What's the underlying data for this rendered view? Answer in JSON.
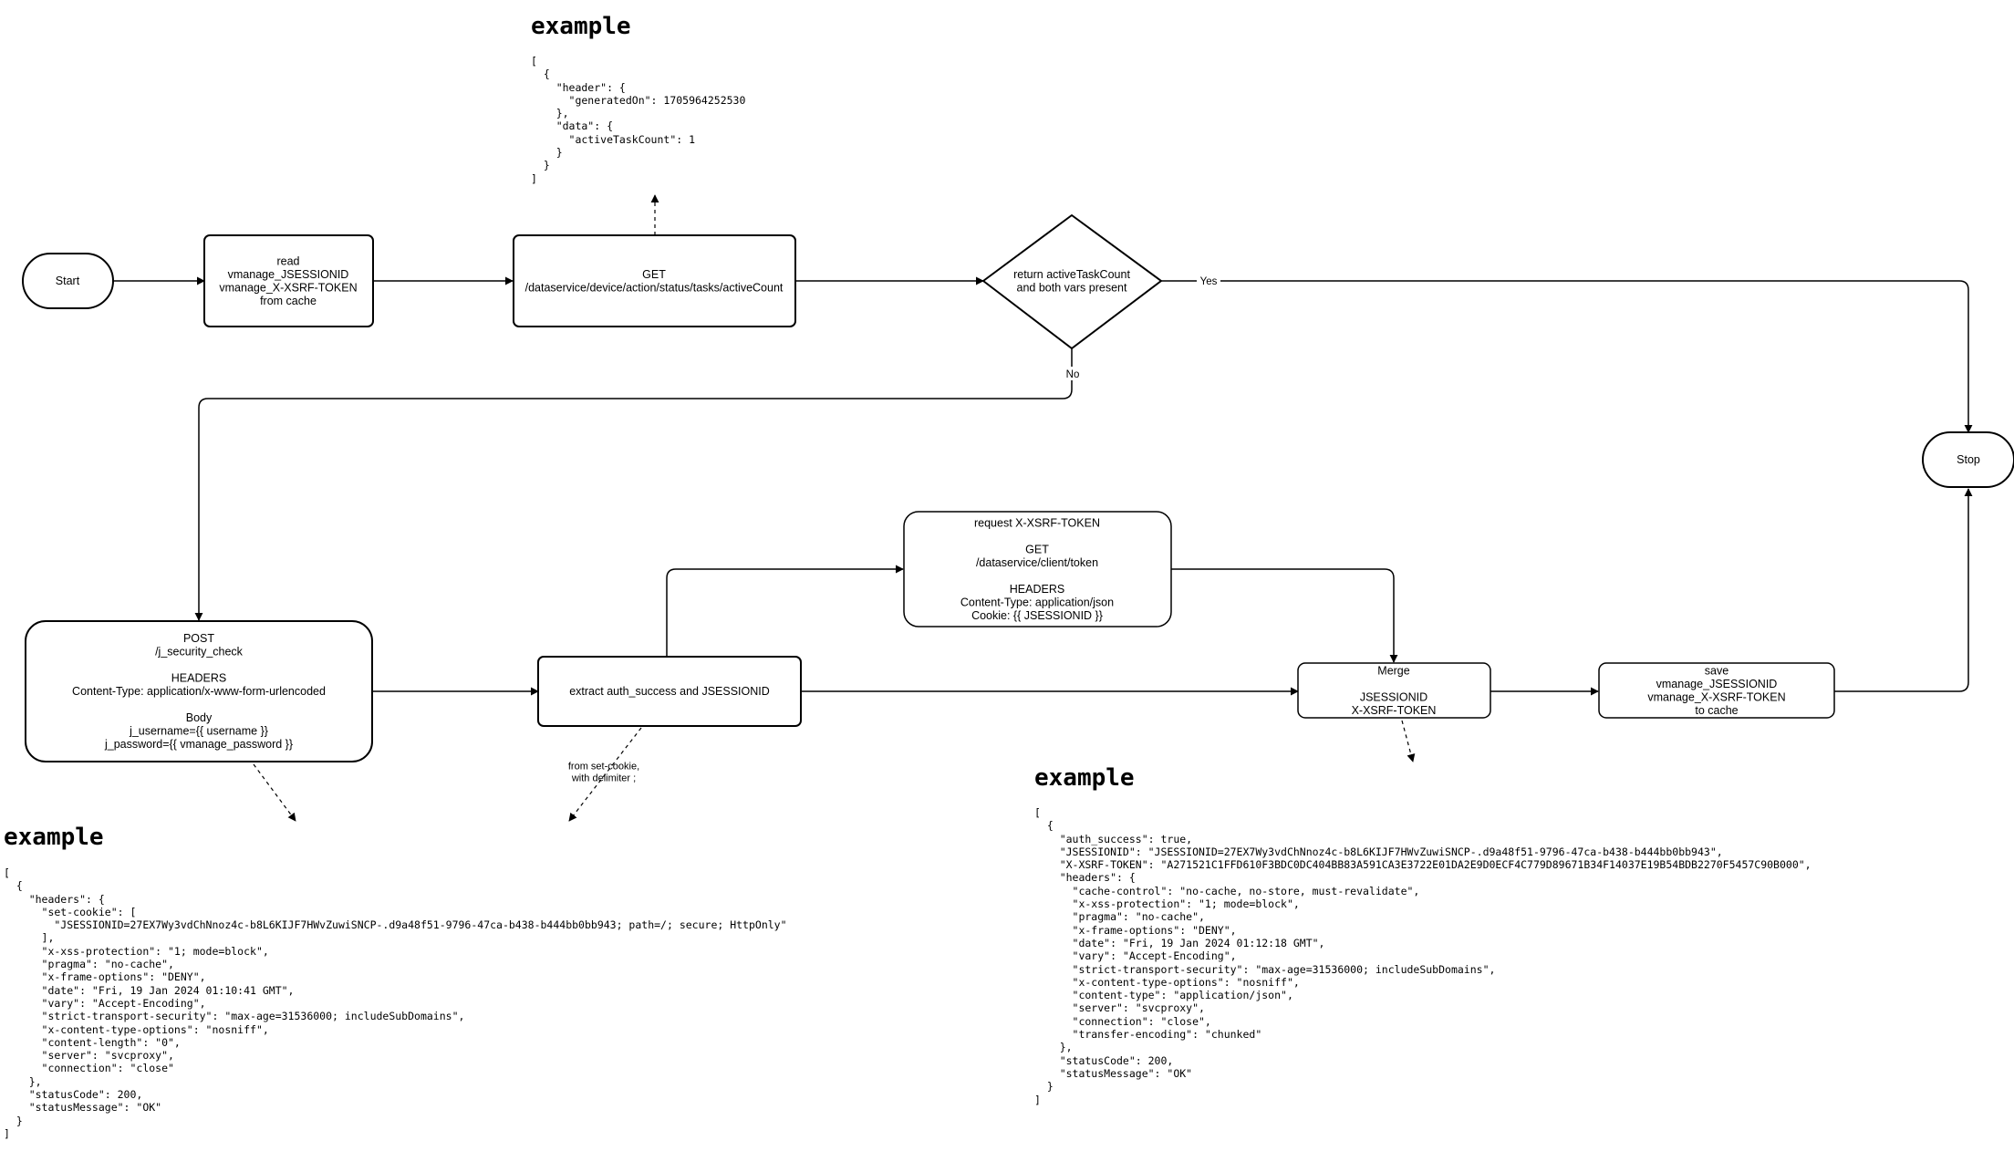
{
  "nodes": {
    "start": "Start",
    "stop": "Stop",
    "read_cache": [
      "read",
      "vmanage_JSESSIONID",
      "vmanage_X-XSRF-TOKEN",
      "from cache"
    ],
    "get_active": [
      "GET",
      "/dataservice/device/action/status/tasks/activeCount"
    ],
    "decision": [
      "return activeTaskCount",
      "and both vars present"
    ],
    "post_login": [
      "POST",
      "/j_security_check",
      "",
      "HEADERS",
      "Content-Type: application/x-www-form-urlencoded",
      "",
      "Body",
      "j_username={{ username }}",
      "j_password={{ vmanage_password }}"
    ],
    "extract": [
      "extract auth_success and JSESSIONID"
    ],
    "request_token": [
      "request X-XSRF-TOKEN",
      "",
      "GET",
      "/dataservice/client/token",
      "",
      "HEADERS",
      "Content-Type: application/json",
      "Cookie: {{ JSESSIONID }}"
    ],
    "merge": [
      "Merge",
      "",
      "JSESSIONID",
      "X-XSRF-TOKEN"
    ],
    "save_cache": [
      "save",
      "vmanage_JSESSIONID",
      "vmanage_X-XSRF-TOKEN",
      "to cache"
    ]
  },
  "edge_labels": {
    "yes": "Yes",
    "no": "No"
  },
  "notes": {
    "set_cookie": [
      "from set-cookie,",
      "with delimiter ;"
    ]
  },
  "examples": [
    {
      "title": "example",
      "code": "[\n  {\n    \"header\": {\n      \"generatedOn\": 1705964252530\n    },\n    \"data\": {\n      \"activeTaskCount\": 1\n    }\n  }\n]"
    },
    {
      "title": "example",
      "code": "[\n  {\n    \"headers\": {\n      \"set-cookie\": [\n        \"JSESSIONID=27EX7Wy3vdChNnoz4c-b8L6KIJF7HWvZuwiSNCP-.d9a48f51-9796-47ca-b438-b444bb0bb943; path=/; secure; HttpOnly\"\n      ],\n      \"x-xss-protection\": \"1; mode=block\",\n      \"pragma\": \"no-cache\",\n      \"x-frame-options\": \"DENY\",\n      \"date\": \"Fri, 19 Jan 2024 01:10:41 GMT\",\n      \"vary\": \"Accept-Encoding\",\n      \"strict-transport-security\": \"max-age=31536000; includeSubDomains\",\n      \"x-content-type-options\": \"nosniff\",\n      \"content-length\": \"0\",\n      \"server\": \"svcproxy\",\n      \"connection\": \"close\"\n    },\n    \"statusCode\": 200,\n    \"statusMessage\": \"OK\"\n  }\n]"
    },
    {
      "title": "example",
      "code": "[\n  {\n    \"auth_success\": true,\n    \"JSESSIONID\": \"JSESSIONID=27EX7Wy3vdChNnoz4c-b8L6KIJF7HWvZuwiSNCP-.d9a48f51-9796-47ca-b438-b444bb0bb943\",\n    \"X-XSRF-TOKEN\": \"A271521C1FFD610F3BDC0DC404BB83A591CA3E3722E01DA2E9D0ECF4C779D89671B34F14037E19B54BDB2270F5457C90B000\",\n    \"headers\": {\n      \"cache-control\": \"no-cache, no-store, must-revalidate\",\n      \"x-xss-protection\": \"1; mode=block\",\n      \"pragma\": \"no-cache\",\n      \"x-frame-options\": \"DENY\",\n      \"date\": \"Fri, 19 Jan 2024 01:12:18 GMT\",\n      \"vary\": \"Accept-Encoding\",\n      \"strict-transport-security\": \"max-age=31536000; includeSubDomains\",\n      \"x-content-type-options\": \"nosniff\",\n      \"content-type\": \"application/json\",\n      \"server\": \"svcproxy\",\n      \"connection\": \"close\",\n      \"transfer-encoding\": \"chunked\"\n    },\n    \"statusCode\": 200,\n    \"statusMessage\": \"OK\"\n  }\n]"
    }
  ]
}
